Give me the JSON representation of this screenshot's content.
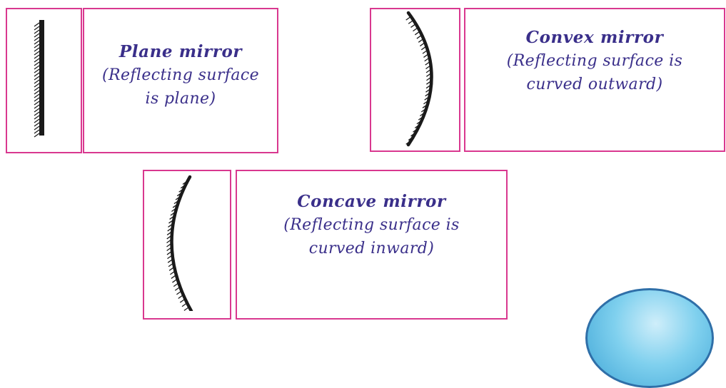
{
  "colors": {
    "frame": "#d9388f",
    "caption_text": "#3a2f8a",
    "mirror_line": "#1a1a1a"
  },
  "panels": {
    "plane": {
      "title": "Plane mirror",
      "desc_line1": "(Reflecting surface",
      "desc_line2": "is plane)"
    },
    "convex": {
      "title": "Convex mirror",
      "desc_line1": "(Reflecting surface is",
      "desc_line2": "curved outward)"
    },
    "concave": {
      "title": "Concave mirror",
      "desc_line1": "(Reflecting surface is",
      "desc_line2": "curved inward)"
    }
  }
}
